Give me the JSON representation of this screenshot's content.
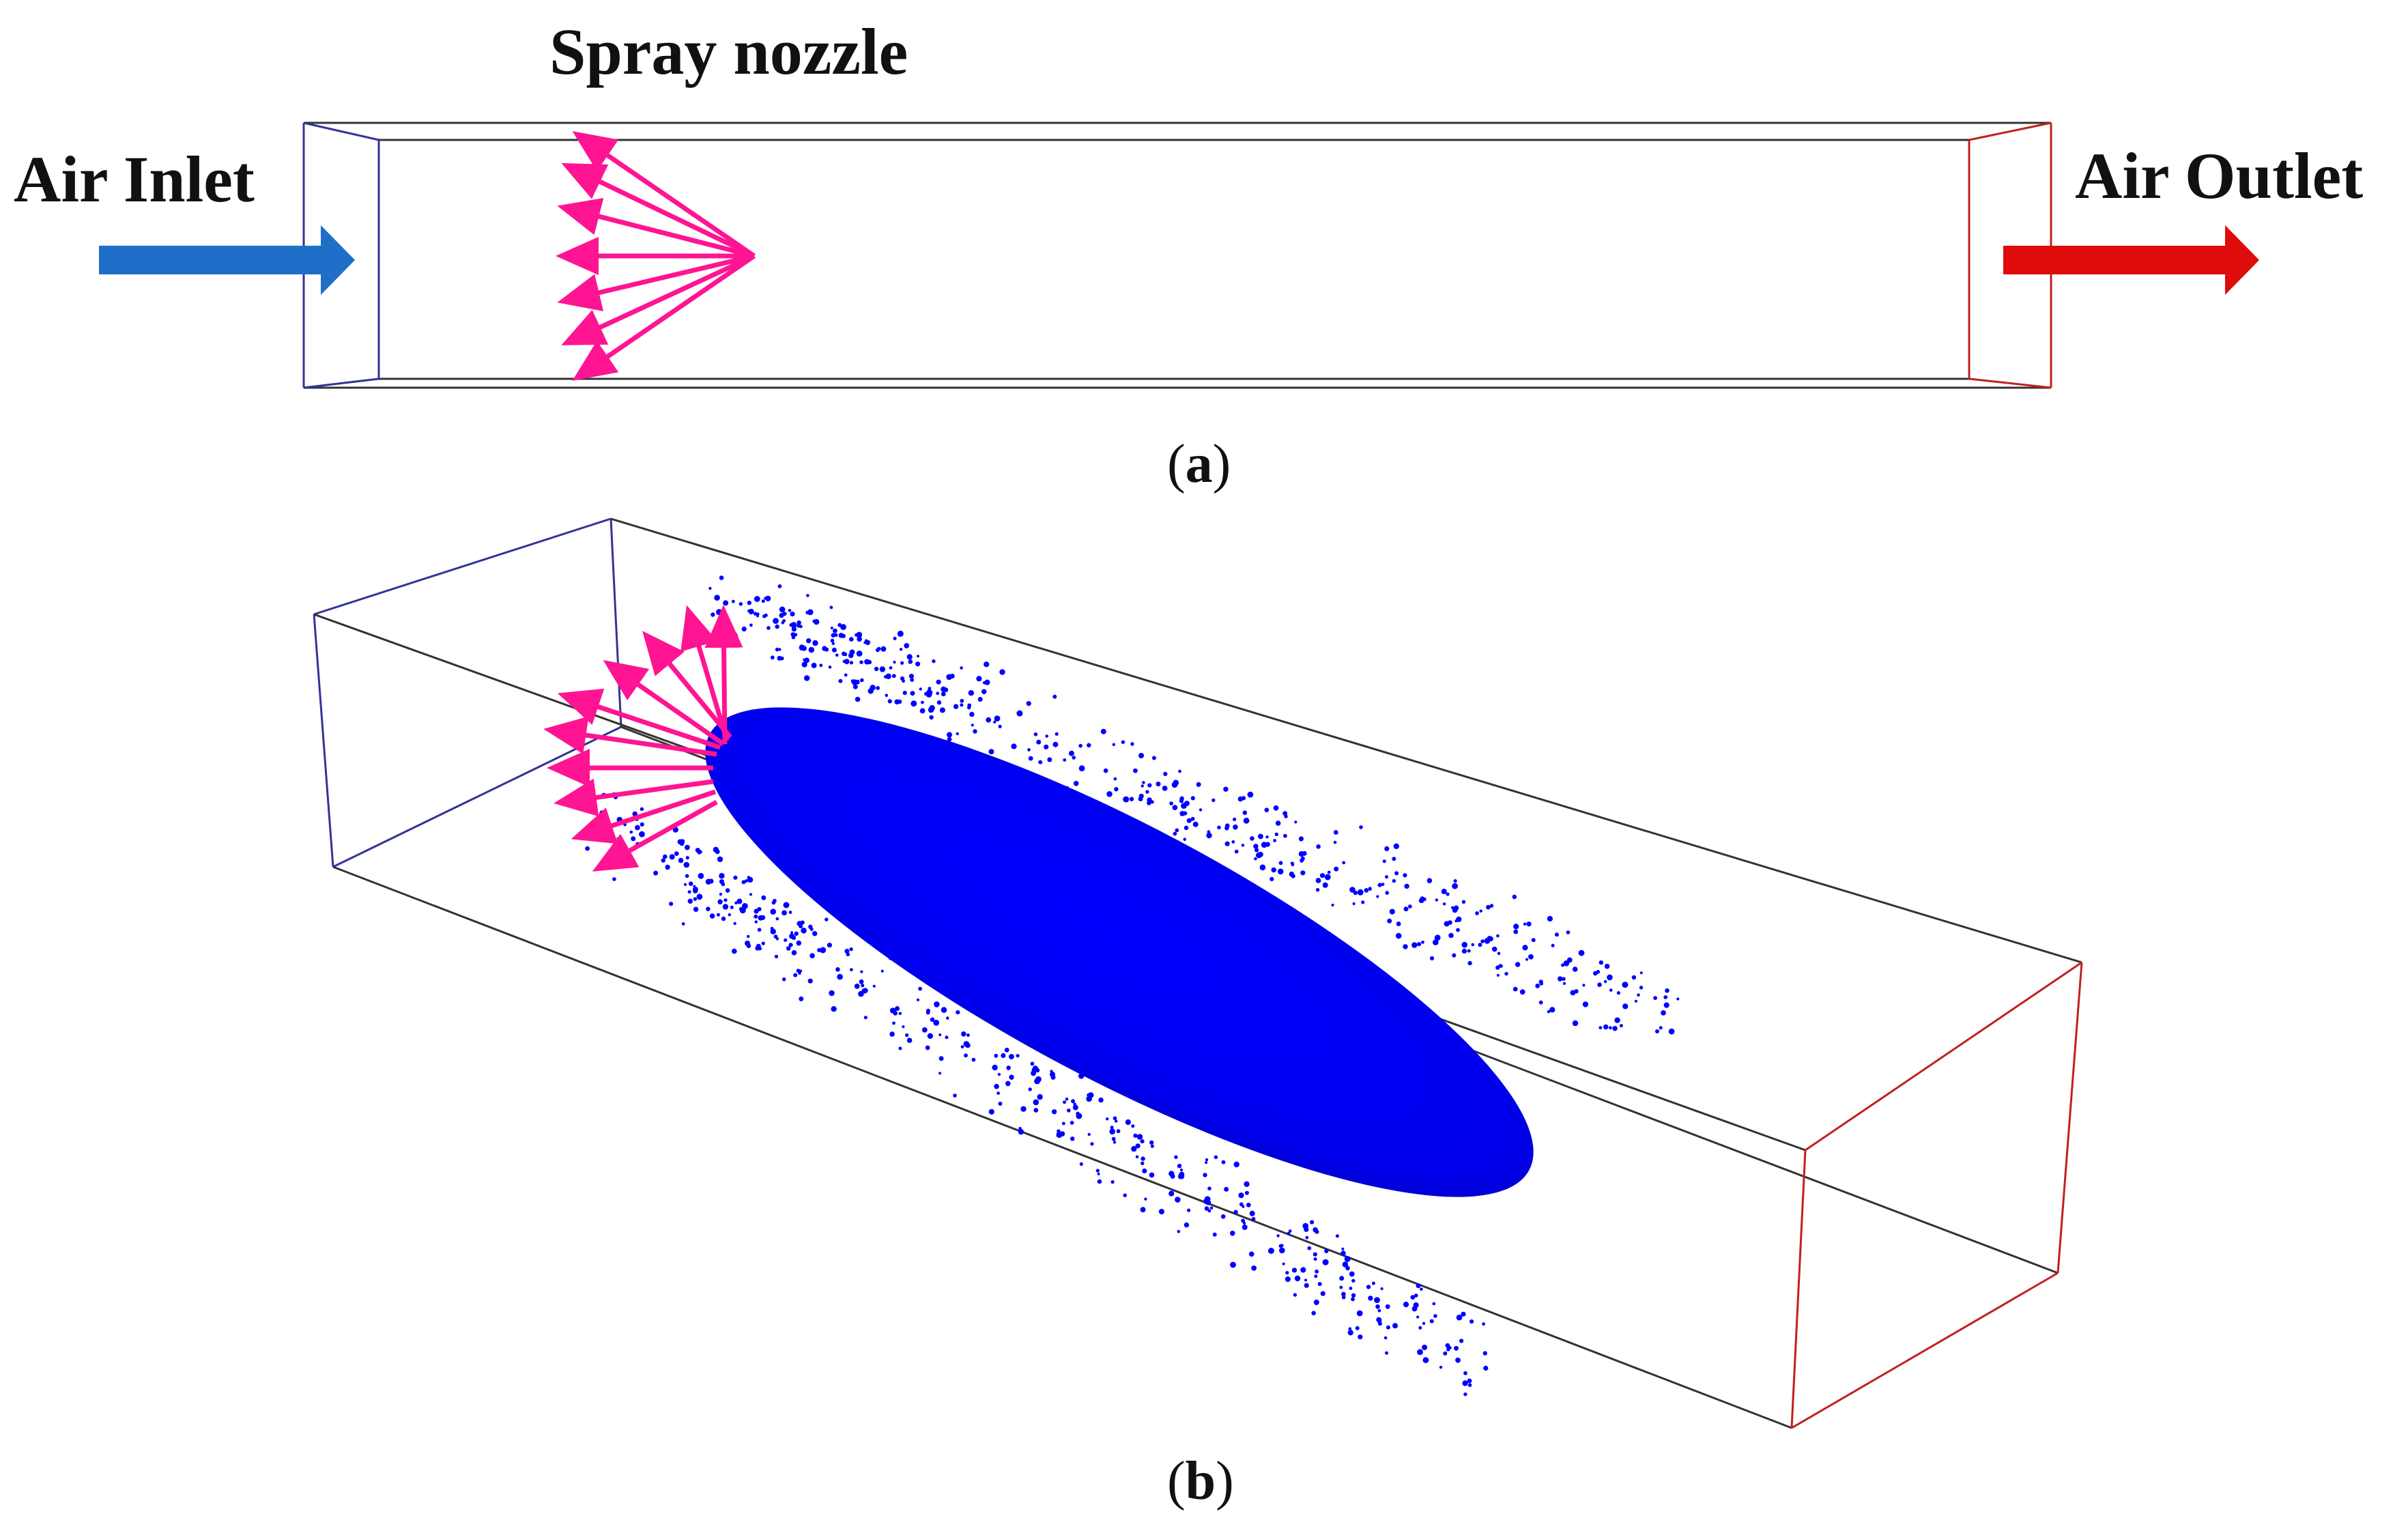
{
  "panel_a": {
    "nozzle_label": "Spray nozzle",
    "inlet_label": "Air Inlet",
    "outlet_label": "Air Outlet",
    "caption_letter": "a"
  },
  "panel_b": {
    "caption_letter": "b"
  },
  "colors": {
    "inlet_arrow": "#1f6fc8",
    "outlet_arrow": "#e00b0b",
    "nozzle_spray": "#ff1493",
    "droplets": "#0000ff",
    "duct_edge": "#333399",
    "outlet_edge": "#c02020"
  }
}
